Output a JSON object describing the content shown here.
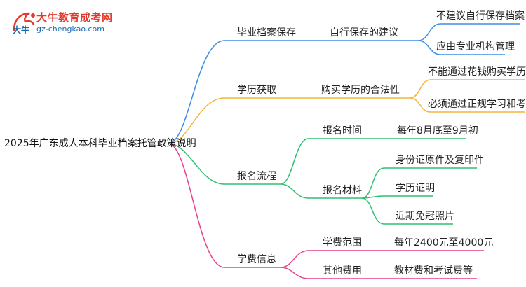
{
  "logo": {
    "title": "大牛教育成考网",
    "url": "gz-chengkao.com",
    "mark_text": "大牛"
  },
  "root": {
    "label": "2025年广东成人本科毕业档案托管政策说明"
  },
  "colors": {
    "archive": "#3a8ee6",
    "degree": "#f2b53a",
    "process": "#2fbf71",
    "fee": "#e83f8a",
    "logo_red": "#e23b2e",
    "logo_blue": "#1c66b0"
  },
  "branches": {
    "archive": {
      "label": "毕业档案保存",
      "sub": "自行保存的建议",
      "leaves": [
        "不建议自行保存档案",
        "应由专业机构管理"
      ]
    },
    "degree": {
      "label": "学历获取",
      "sub": "购买学历的合法性",
      "leaves": [
        "不能通过花钱购买学历",
        "必须通过正规学习和考试"
      ]
    },
    "process": {
      "label": "报名流程",
      "time": {
        "label": "报名时间",
        "value": "每年8月底至9月初"
      },
      "materials": {
        "label": "报名材料",
        "leaves": [
          "身份证原件及复印件",
          "学历证明",
          "近期免冠照片"
        ]
      }
    },
    "fee": {
      "label": "学费信息",
      "range": {
        "label": "学费范围",
        "value": "每年2400元至4000元"
      },
      "other": {
        "label": "其他费用",
        "value": "教材费和考试费等"
      }
    }
  }
}
